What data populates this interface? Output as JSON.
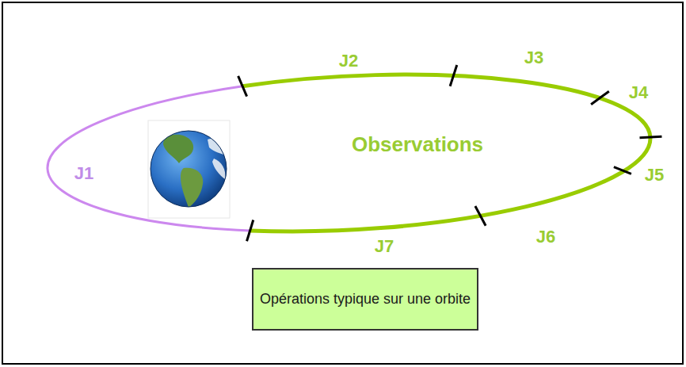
{
  "diagram": {
    "nodes": [
      {
        "text": [
          "Opérations typique sur une orbite"
        ]
      }
    ],
    "labels": [
      "J1",
      "J2",
      "J3",
      "J4",
      "J5",
      "J6",
      "J7",
      "Observations"
    ]
  }
}
